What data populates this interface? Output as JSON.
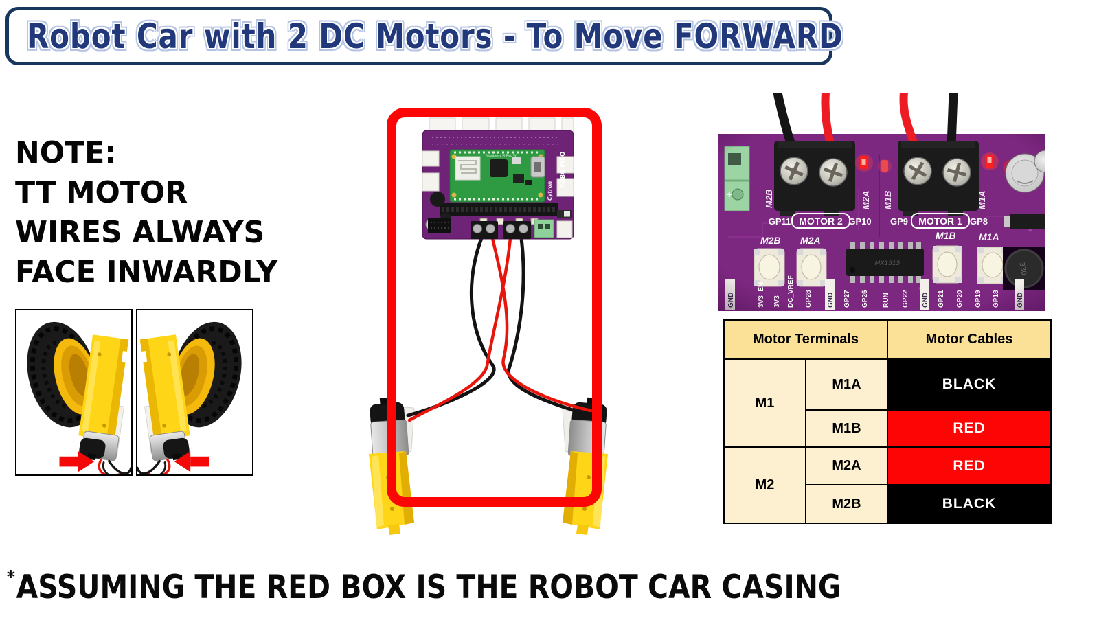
{
  "title": {
    "text": "Robot Car with 2 DC Motors - To Move FORWARD"
  },
  "note": {
    "lines": [
      "NOTE:",
      "TT MOTOR",
      "WIRES ALWAYS",
      "FACE INWARDLY"
    ]
  },
  "footnote": {
    "marker": "*",
    "text": "ASSUMING THE RED BOX IS THE ROBOT CAR CASING"
  },
  "colors": {
    "casing_red": "#fb0505",
    "table_red": "#fe0505",
    "table_black": "#000000",
    "table_header_bg": "#fbe198",
    "table_cell_bg": "#fcf0d0",
    "board_purple": "#7c2780",
    "motor_yellow": "#ffd517",
    "title_navy": "#21397a"
  },
  "board": {
    "name_vertical": "ROBO PICO",
    "brand": "Cytron",
    "pico_label": "Raspberry Pi Pico W"
  },
  "terminal_photo": {
    "gp11": "GP11",
    "motor2": "MOTOR 2",
    "gp10": "GP10",
    "gp9": "GP9",
    "motor1": "MOTOR 1",
    "gp8": "GP8",
    "plus": "+",
    "vertical_labels": [
      "M2B",
      "M2A",
      "M1B",
      "M1A"
    ],
    "button_labels": [
      "M2B",
      "M2A",
      "M1B",
      "M1A"
    ],
    "ic_text": "MX1515",
    "inductor_text": "330",
    "pin_labels": [
      "GND",
      "3V3_EN",
      "3V3",
      "DC_VREF",
      "GP28",
      "GND",
      "GP27",
      "GP26",
      "RUN",
      "GP22",
      "GND",
      "GP21",
      "GP20",
      "GP19",
      "GP18",
      "GND"
    ]
  },
  "table": {
    "headers": [
      "Motor Terminals",
      "Motor Cables"
    ],
    "rows": [
      {
        "group": "M1",
        "terminal": "M1A",
        "cable": "BLACK",
        "cable_color": "#000000"
      },
      {
        "group": "",
        "terminal": "M1B",
        "cable": "RED",
        "cable_color": "#fe0505"
      },
      {
        "group": "M2",
        "terminal": "M2A",
        "cable": "RED",
        "cable_color": "#fe0505"
      },
      {
        "group": "",
        "terminal": "M2B",
        "cable": "BLACK",
        "cable_color": "#000000"
      }
    ]
  }
}
